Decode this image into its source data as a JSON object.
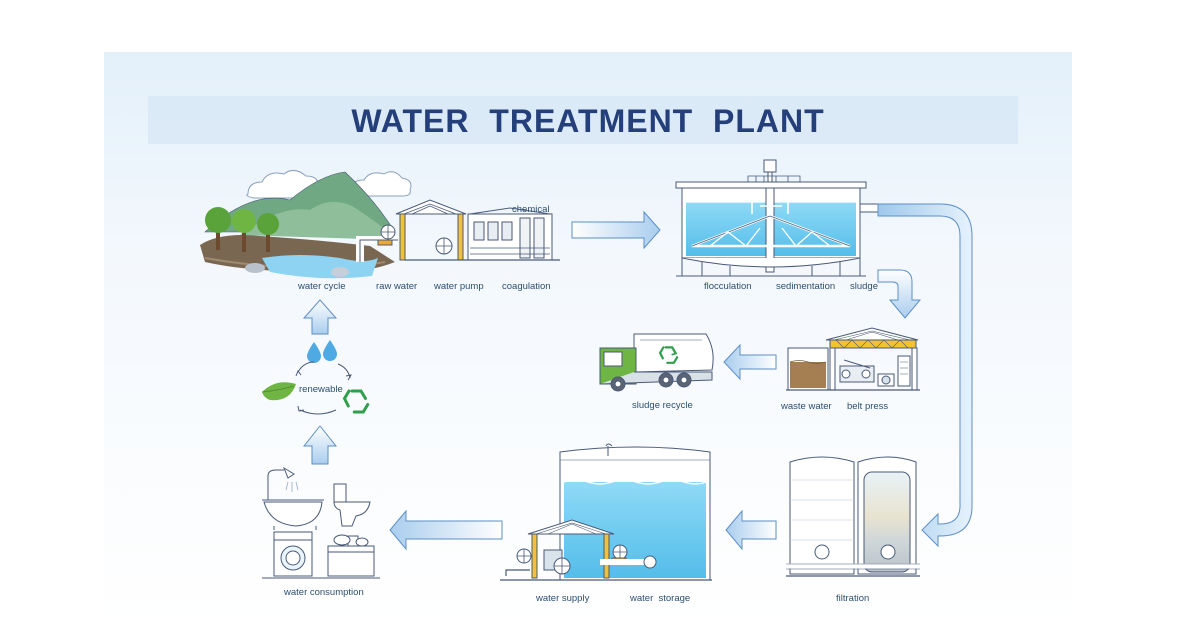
{
  "title": "WATER  TREATMENT  PLANT",
  "labels": {
    "water_cycle": "water cycle",
    "raw_water": "raw water",
    "water_pump": "water pump",
    "coagulation": "coagulation",
    "chemical": "chemical",
    "flocculation": "flocculation",
    "sedimentation": "sedimentation",
    "sludge": "sludge",
    "sludge_recycle": "sludge recycle",
    "waste_water": "waste water",
    "belt_press": "belt press",
    "renewable": "renewable",
    "water_consumption": "water consumption",
    "water_supply": "water supply",
    "water_storage": "water  storage",
    "filtration": "filtration"
  },
  "colors": {
    "title": "#243f7a",
    "water": "#6cc8ef",
    "arrow_fill": "#dcebf8",
    "arrow_stroke": "#5d8fc6",
    "frame": "#4a5a78",
    "label": "#2d4f6e"
  },
  "icons": [
    "water-drop-icon",
    "recycle-icon",
    "leaf-icon",
    "shower-icon",
    "toilet-icon",
    "washing-machine-icon",
    "sink-icon"
  ]
}
